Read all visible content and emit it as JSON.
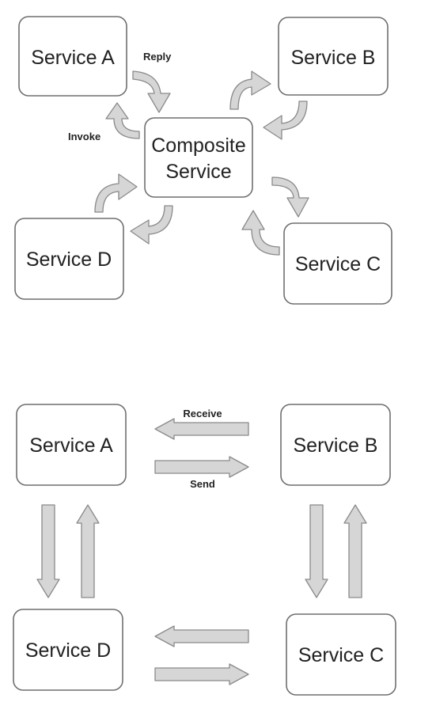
{
  "diagram_top": {
    "nodes": {
      "service_a": "Service A",
      "service_b": "Service B",
      "service_c": "Service C",
      "service_d": "Service D",
      "composite_line1": "Composite",
      "composite_line2": "Service"
    },
    "labels": {
      "reply": "Reply",
      "invoke": "Invoke"
    }
  },
  "diagram_bottom": {
    "nodes": {
      "service_a": "Service A",
      "service_b": "Service B",
      "service_c": "Service C",
      "service_d": "Service D"
    },
    "labels": {
      "receive": "Receive",
      "send": "Send"
    }
  },
  "colors": {
    "arrow_fill": "#d6d6d6",
    "arrow_stroke": "#8a8a8a",
    "box_stroke": "#6f6f6f"
  }
}
